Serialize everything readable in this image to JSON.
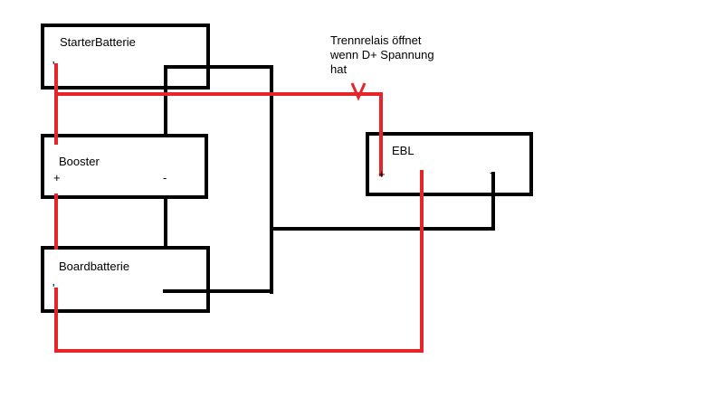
{
  "diagram": {
    "components": {
      "starter_battery": {
        "label": "StarterBatterie",
        "terminal_plus": "",
        "terminal_minus": ""
      },
      "booster": {
        "label": "Booster",
        "terminal_plus": "+",
        "terminal_minus": "-"
      },
      "board_battery": {
        "label": "Boardbatterie"
      },
      "ebl": {
        "label": "EBL",
        "terminal_plus": "+",
        "terminal_minus": "-"
      }
    },
    "annotation": {
      "line1": "Trennrelais öffnet",
      "line2": "wenn D+ Spannung",
      "line3": "hat"
    },
    "colors": {
      "positive_wire": "#e8242b",
      "negative_wire": "#000000",
      "box_border": "#000000"
    }
  }
}
